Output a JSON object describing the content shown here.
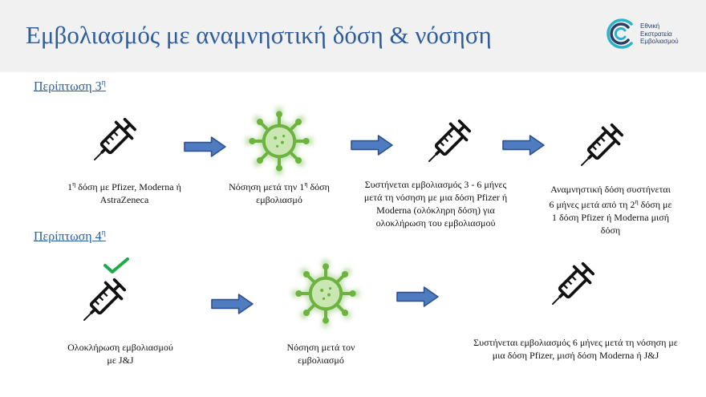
{
  "header": {
    "title": "Εμβολιασμός με αναμνηστική δόση & νόσηση",
    "logo_lines": [
      "Εθνική",
      "Εκστρατεία",
      "Εμβολιασμού"
    ]
  },
  "case3": {
    "title_text": "Περίπτωση 3",
    "title_sup": "η",
    "step1": {
      "pre": "1",
      "sup": "η",
      "rest": " δόση με Pfizer, Moderna ή",
      "line2": "AstraZeneca"
    },
    "step2": {
      "pre": "Νόσηση μετά την 1",
      "sup": "η",
      "rest": " δόση",
      "line2": "εμβολιασμό"
    },
    "step3": {
      "lines": [
        "Συστήνεται εμβολιασμός 3 - 6 μήνες",
        "μετά τη νόσηση με μια δόση Pfizer ή",
        "Moderna (ολόκληρη δόση) για",
        "ολοκλήρωση του εμβολιασμού"
      ]
    },
    "step4": {
      "line1": "Αναμνηστική δόση συστήνεται",
      "pre": "6 μήνες μετά από τη 2",
      "sup": "η",
      "rest": " δόση με",
      "line3": "1 δόση Pfizer ή  Moderna μισή",
      "line4": "δόση"
    }
  },
  "case4": {
    "title_text": "Περίπτωση 4",
    "title_sup": "η",
    "step1": {
      "lines": [
        "Ολοκλήρωση εμβολιασμού",
        "με J&J"
      ]
    },
    "step2": {
      "lines": [
        "Νόσηση μετά τον",
        "εμβολιασμό"
      ]
    },
    "step3": {
      "lines": [
        "Συστήνεται εμβολιασμός 6 μήνες μετά τη νόσηση με",
        "μια δόση Pfizer, μισή δόση Moderna ή J&J"
      ]
    }
  },
  "colors": {
    "title": "#2f5d9e",
    "arrow_fill": "#4f7cc0",
    "arrow_stroke": "#2f528f",
    "virus": "#6db33f",
    "check": "#1faa4b",
    "logo_teal": "#2bb3c9",
    "logo_navy": "#2c3e63"
  },
  "icons": {
    "syringe": "syringe-icon",
    "virus": "virus-icon",
    "arrow": "arrow-right-icon",
    "check": "checkmark-icon"
  }
}
